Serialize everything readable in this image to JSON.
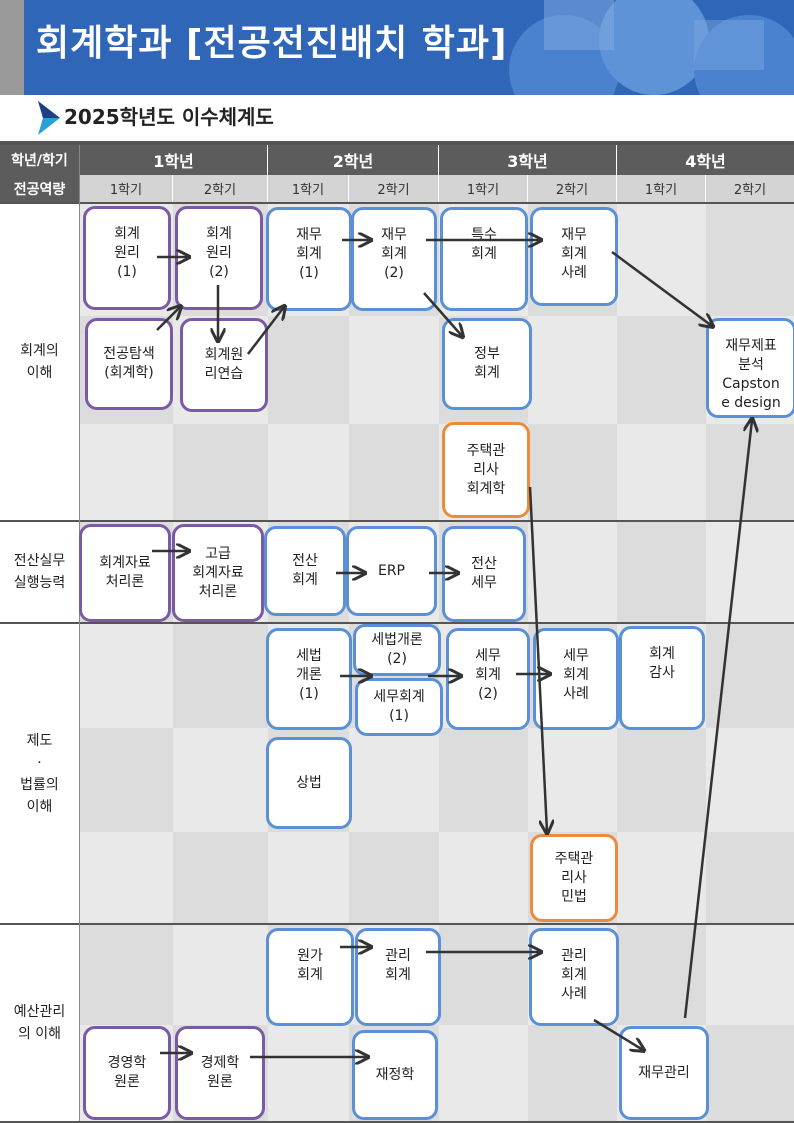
{
  "header": {
    "title": "회계학과 [전공전진배치 학과]",
    "subtitle": "2025학년도 이수체계도"
  },
  "table": {
    "corner_top": "학년/학기",
    "corner_bottom": "전공역량",
    "years": [
      "1학년",
      "2학년",
      "3학년",
      "4학년"
    ],
    "semesters": [
      "1학기",
      "2학기",
      "1학기",
      "2학기",
      "1학기",
      "2학기",
      "1학기",
      "2학기"
    ],
    "competencies": [
      "회계의\n이해",
      "전산실무\n실행능력",
      "제도\n·\n법률의\n이해",
      "예산관리\n의 이해"
    ]
  },
  "courses": {
    "acct_principle_1": "회계\n원리\n(1)",
    "acct_principle_2": "회계\n원리\n(2)",
    "major_explore": "전공탐색\n(회계학)",
    "acct_principle_practice": "회계원\n리연습",
    "financial_acct_1": "재무\n회계\n(1)",
    "financial_acct_2": "재무\n회계\n(2)",
    "special_acct": "특수\n회계",
    "financial_acct_case": "재무\n회계\n사례",
    "gov_acct": "정부\n회계",
    "capstone": "재무제표\n분석\nCapston\ne design",
    "housing_acct": "주택관\n리사\n회계학",
    "acct_data": "회계자료\n처리론",
    "adv_acct_data": "고급\n회계자료\n처리론",
    "computer_acct": "전산\n회계",
    "erp": "ERP",
    "computer_tax": "전산\n세무",
    "tax_intro_1": "세법\n개론\n(1)",
    "tax_intro_2": "세법개론\n(2)",
    "tax_acct_1": "세무회계\n(1)",
    "tax_acct_2": "세무\n회계\n(2)",
    "tax_acct_case": "세무\n회계\n사례",
    "audit": "회계\n감사",
    "commercial_law": "상법",
    "housing_civil": "주택관\n리사\n민법",
    "cost_acct": "원가\n회계",
    "mgmt_acct": "관리\n회계",
    "mgmt_acct_case": "관리\n회계\n사례",
    "business_intro": "경영학\n원론",
    "econ_intro": "경제학\n원론",
    "public_finance": "재정학",
    "fin_mgmt": "재무관리"
  },
  "colors": {
    "banner": "#2f66b8",
    "blue_border": "#5b8fd6",
    "purple_border": "#7a5aa3",
    "orange_border": "#eb8c3c"
  }
}
